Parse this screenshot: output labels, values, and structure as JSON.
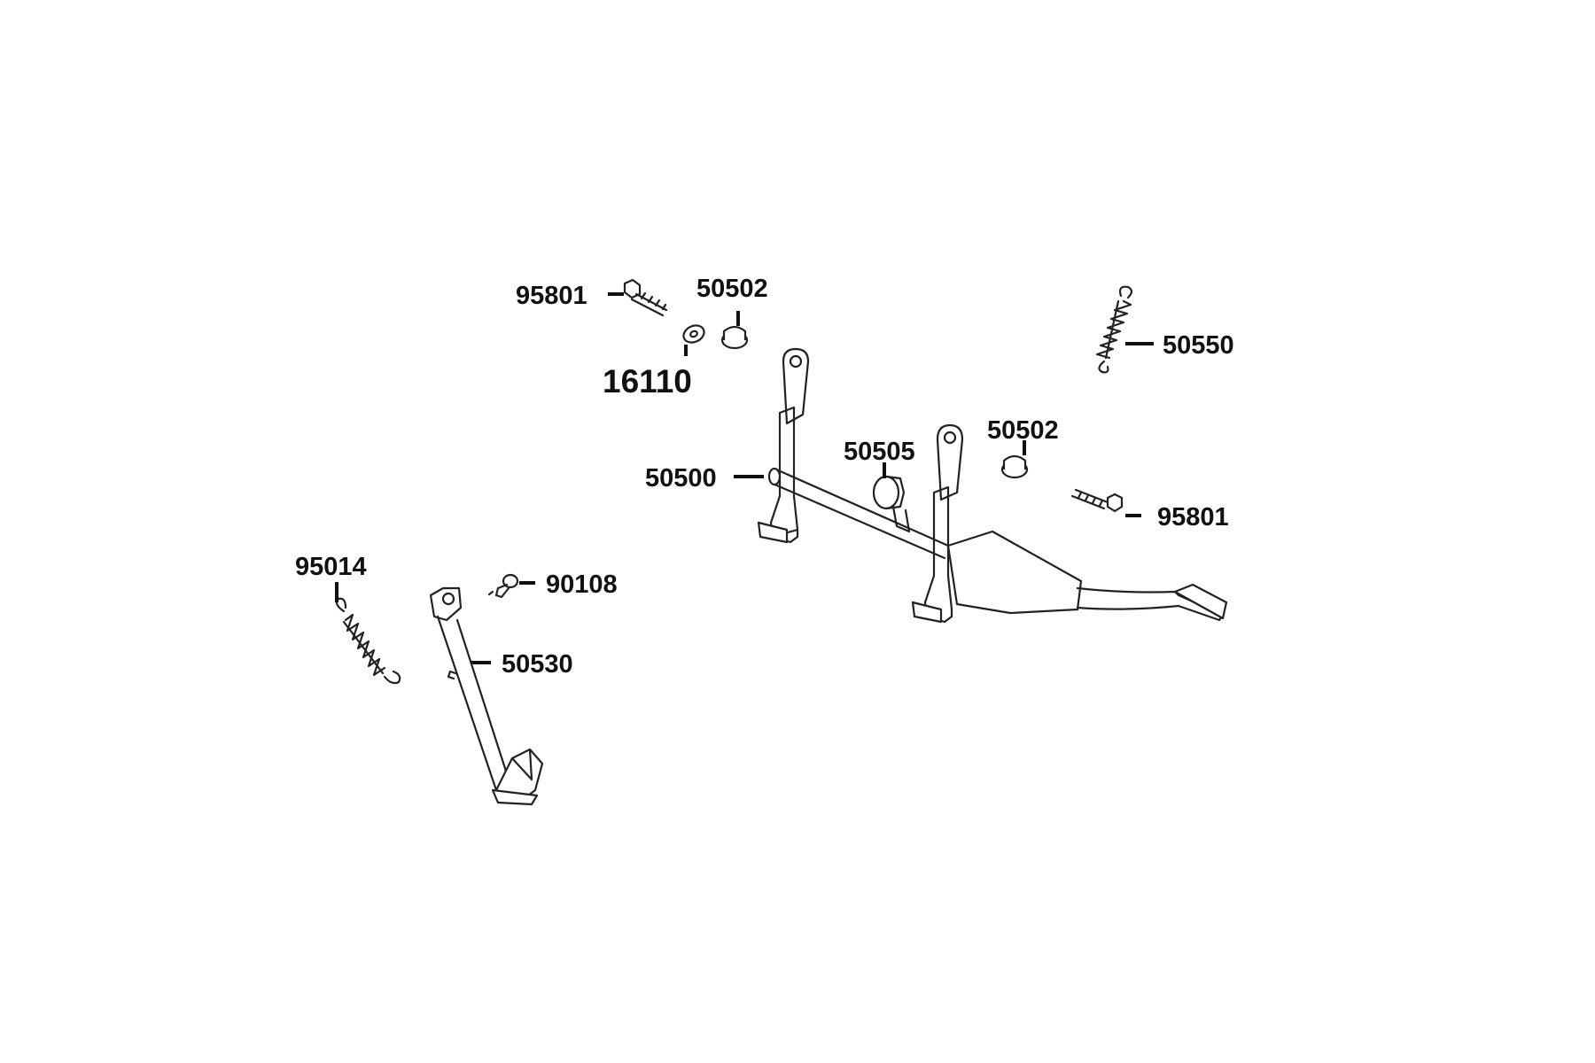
{
  "diagram": {
    "labels": {
      "bolt_top_left": "95801",
      "cap_top": "50502",
      "washer": "16110",
      "spring_top_right": "50550",
      "cap_right": "50502",
      "damper": "50505",
      "main_stand": "50500",
      "bolt_right": "95801",
      "spring_left": "95014",
      "pin": "90108",
      "side_stand": "50530"
    }
  }
}
